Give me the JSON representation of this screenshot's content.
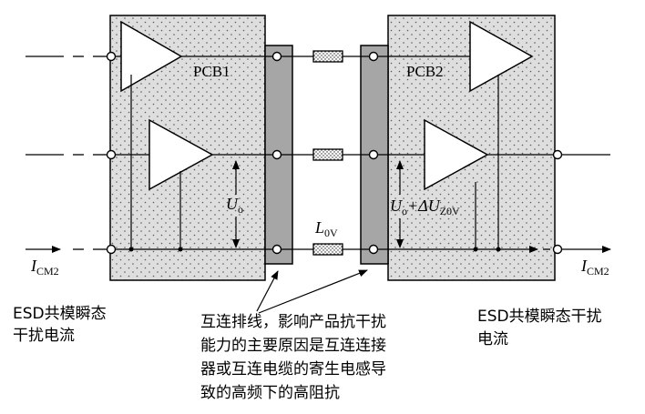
{
  "boards": {
    "left": "PCB1",
    "right": "PCB2"
  },
  "voltages": {
    "left_base": "U",
    "left_sub": "o",
    "right_base": "U",
    "right_sub": "o",
    "right_plus": "+ΔU",
    "right_sub2": "Z0V"
  },
  "inductor": {
    "base": "L",
    "sub": "0V"
  },
  "currents": {
    "left_base": "I",
    "left_sub": "CM2",
    "right_base": "I",
    "right_sub": "CM2"
  },
  "notes": {
    "left": [
      "ESD共模瞬态",
      "干扰电流"
    ],
    "right": [
      "ESD共模瞬态干扰",
      "电流"
    ],
    "center": [
      "互连排线，影响产品抗干扰",
      "能力的主要原因是互连连接",
      "器或互连电缆的寄生电感导",
      "致的高频下的高阻抗"
    ]
  },
  "colors": {
    "board_fill": "#dcdcdc",
    "connector_fill": "#a6a6a6",
    "line": "#000000"
  }
}
